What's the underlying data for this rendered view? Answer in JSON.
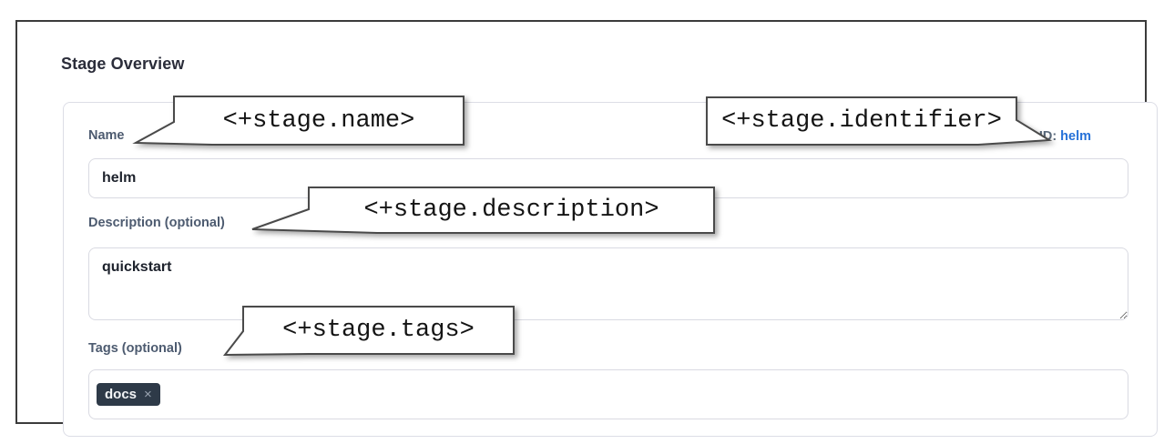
{
  "page": {
    "title": "Stage Overview"
  },
  "form": {
    "name": {
      "label": "Name",
      "value": "helm"
    },
    "identifier": {
      "label": "ID:",
      "value": "helm"
    },
    "description": {
      "label": "Description (optional)",
      "value": "quickstart"
    },
    "tags": {
      "label": "Tags (optional)",
      "chips": [
        {
          "text": "docs",
          "remove_icon": "×"
        }
      ]
    }
  },
  "annotations": {
    "name": "<+stage.name>",
    "identifier": "<+stage.identifier>",
    "description": "<+stage.description>",
    "tags": "<+stage.tags>"
  },
  "colors": {
    "link_blue": "#2470d8",
    "chip_background": "#2e3a48",
    "label_gray_blue": "#4d5b70",
    "callout_border": "#4a4a4a"
  }
}
